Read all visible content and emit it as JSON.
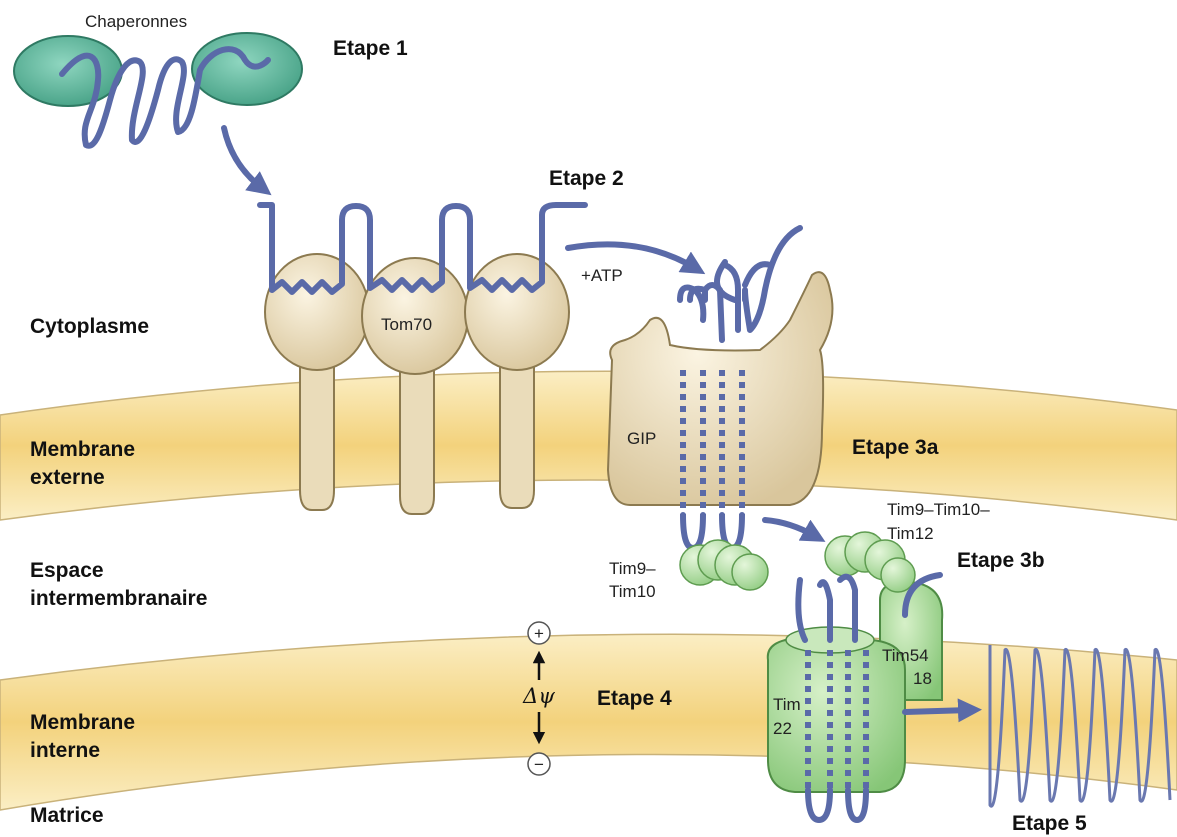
{
  "labels": {
    "chaperonnes": "Chaperonnes",
    "etape1": "Etape 1",
    "etape2": "Etape 2",
    "etape3a": "Etape 3a",
    "etape3b": "Etape 3b",
    "etape4": "Etape 4",
    "etape5": "Etape 5",
    "atp": "+ATP",
    "cytoplasme": "Cytoplasme",
    "membrane_externe_1": "Membrane",
    "membrane_externe_2": "externe",
    "espace_1": "Espace",
    "espace_2": "intermembranaire",
    "membrane_interne_1": "Membrane",
    "membrane_interne_2": "interne",
    "matrice": "Matrice",
    "tom70": "Tom70",
    "gip": "GIP",
    "tim9_tim10_1": "Tim9–",
    "tim9_tim10_2": "Tim10",
    "tim9_10_12_1": "Tim9–Tim10–",
    "tim9_10_12_2": "Tim12",
    "tim54_1": "Tim54",
    "tim54_2": "18",
    "tim22_1": "Tim",
    "tim22_2": "22",
    "delta_psi": "Δψ",
    "plus": "+",
    "minus": "−"
  },
  "colors": {
    "membrane": "#f5d98a",
    "tom": "#eadcba",
    "chaperone": "#5cb59a",
    "tim": "#a8d89a",
    "chain": "#5a6aa8"
  }
}
